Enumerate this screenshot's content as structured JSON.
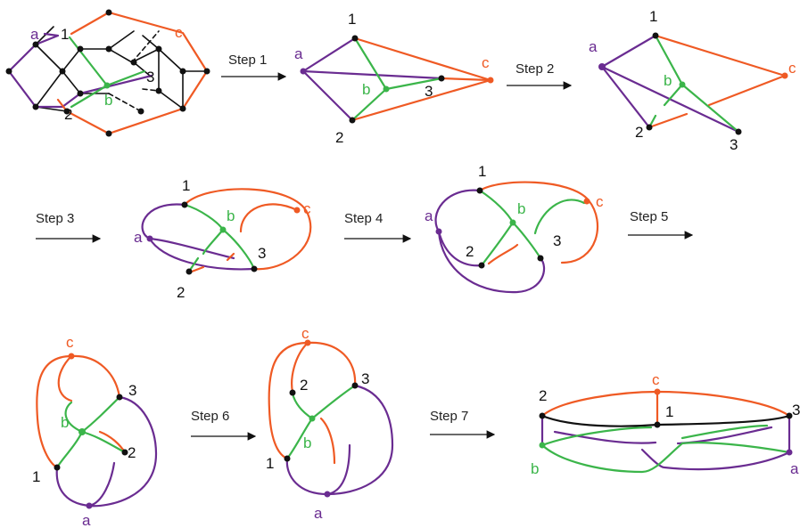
{
  "colors": {
    "purple": "#6a2c91",
    "orange": "#ef5a24",
    "green": "#3bb54a",
    "black": "#111111",
    "brown": "#b5651d"
  },
  "labels": {
    "a": "a",
    "b": "b",
    "c": "c",
    "one": "1",
    "two": "2",
    "three": "3"
  },
  "steps": [
    "Step 1",
    "Step 2",
    "Step 3",
    "Step 4",
    "Step 5",
    "Step 6",
    "Step 7"
  ]
}
